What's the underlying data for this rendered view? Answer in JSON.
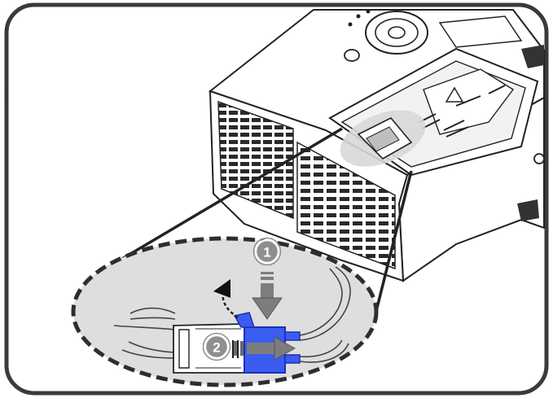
{
  "diagram": {
    "steps": [
      {
        "number": "1",
        "action": "press-down"
      },
      {
        "number": "2",
        "action": "pull-out"
      }
    ],
    "colors": {
      "frame": "#3a3a3a",
      "connector": "#3b5cf0",
      "connector_dark": "#1e2fb8",
      "zoom_area": "#dedede",
      "badge": "#8f8f8f",
      "arrow": "#7d7d7d"
    },
    "icons": [
      "projector-body",
      "lamp-connector",
      "zoom-callout",
      "step-badge",
      "arrow-down",
      "arrow-right",
      "rotate-arrow"
    ]
  }
}
